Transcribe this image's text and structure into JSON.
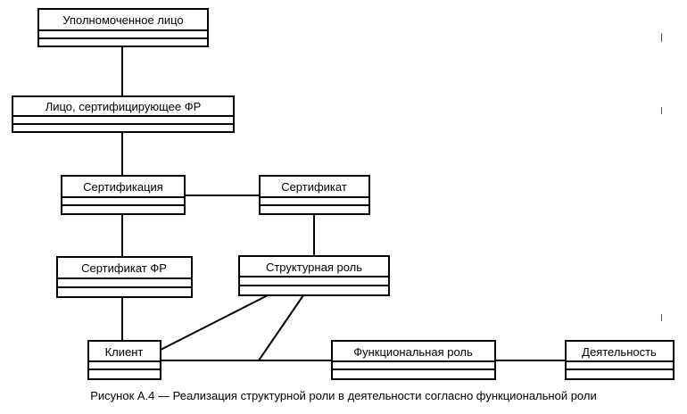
{
  "classes": {
    "upolnomochennoe_litso": "Уполномоченное лицо",
    "litso_sertificiruyuschee": "Лицо, сертифицирующее ФР",
    "sertifikatsiya": "Сертификация",
    "sertifikat": "Сертификат",
    "sertifikat_fr": "Сертификат ФР",
    "strukturnaya_rol": "Структурная роль",
    "klient": "Клиент",
    "funktsionalnaya_rol": "Функциональная роль",
    "deyatelnost": "Деятельность"
  },
  "caption": "Рисунок А.4 — Реализация структурной роли в деятельности согласно функциональной роли"
}
